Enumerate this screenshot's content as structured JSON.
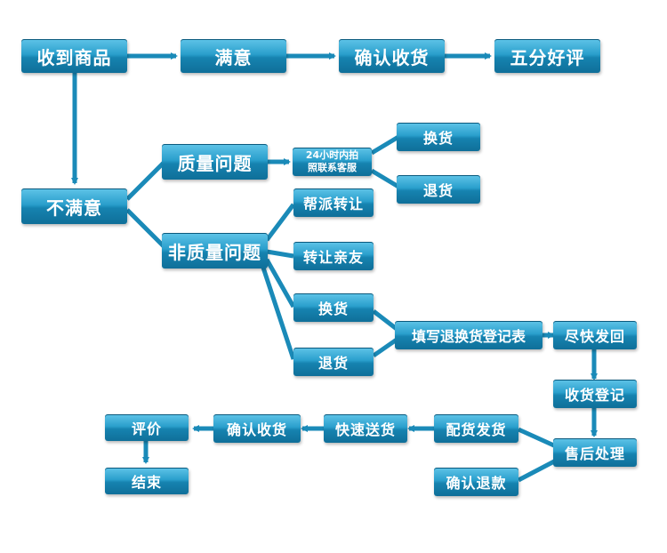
{
  "nodes": {
    "received": "收到商品",
    "satisfied": "满意",
    "confirm_receipt_top": "确认收货",
    "five_star": "五分好评",
    "unsatisfied": "不满意",
    "quality_issue": "质量问题",
    "photo_contact_line1": "24小时内拍",
    "photo_contact_line2": "照联系客服",
    "exchange_top": "换货",
    "return_top": "退货",
    "help_transfer": "帮派转让",
    "non_quality_issue": "非质量问题",
    "transfer_friends": "转让亲友",
    "exchange_mid": "换货",
    "return_mid": "退货",
    "fill_form": "填写退换货登记表",
    "ship_back": "尽快发回",
    "receipt_register": "收货登记",
    "after_sales": "售后处理",
    "ship_goods": "配货发货",
    "confirm_refund": "确认退款",
    "fast_delivery": "快速送货",
    "confirm_receipt_bottom": "确认收货",
    "review": "评价",
    "finish": "结束"
  },
  "colors": {
    "box": "#1a8ab8",
    "line": "#1a8ab8"
  }
}
